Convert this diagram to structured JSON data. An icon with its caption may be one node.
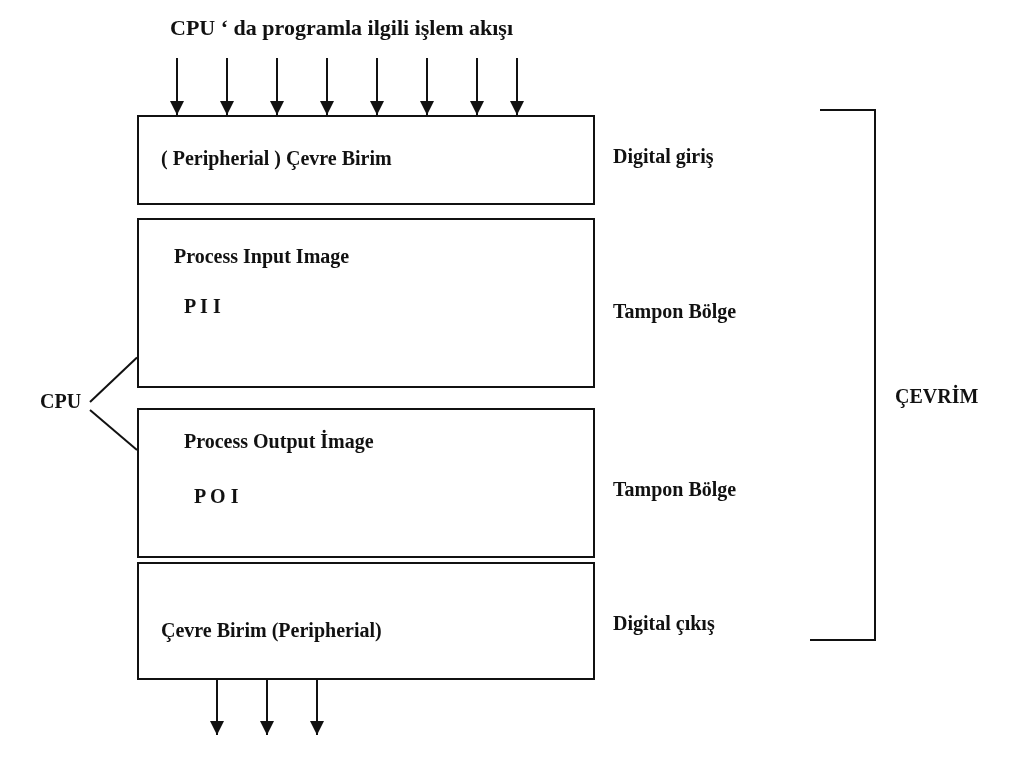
{
  "diagram": {
    "title": "CPU ‘ da programla ilgili işlem akışı",
    "nodes": [
      {
        "text": [
          "( Peripherial ) Çevre Birim"
        ],
        "beside": [
          "Digital giriş"
        ]
      },
      {
        "text": [
          "Process Input  Image",
          "P I I"
        ],
        "beside": [
          "Tampon Bölge"
        ]
      },
      {
        "text": [
          "Process Output İmage",
          "P O I"
        ],
        "beside": [
          "Tampon Bölge"
        ]
      },
      {
        "text": [
          "Çevre Birim  (Peripherial)"
        ],
        "beside": [
          "Digital çıkış"
        ]
      },
      {
        "text": [
          "CPU"
        ]
      }
    ],
    "edges": [
      {
        "from": null,
        "to": 0,
        "arrow": "to"
      },
      {
        "from": null,
        "to": 0,
        "arrow": "to"
      },
      {
        "from": null,
        "to": 0,
        "arrow": "to"
      },
      {
        "from": null,
        "to": 0,
        "arrow": "to"
      },
      {
        "from": null,
        "to": 0,
        "arrow": "to"
      },
      {
        "from": null,
        "to": 0,
        "arrow": "to"
      },
      {
        "from": null,
        "to": 0,
        "arrow": "to"
      },
      {
        "from": null,
        "to": 0,
        "arrow": "to"
      },
      {
        "from": 4,
        "to": 1,
        "arrow": "none"
      },
      {
        "from": 4,
        "to": 2,
        "arrow": "none"
      },
      {
        "from": 3,
        "to": null,
        "arrow": "to"
      },
      {
        "from": 3,
        "to": null,
        "arrow": "to"
      },
      {
        "from": 3,
        "to": null,
        "arrow": "to"
      }
    ],
    "labels": [
      "ÇEVRİM"
    ]
  }
}
